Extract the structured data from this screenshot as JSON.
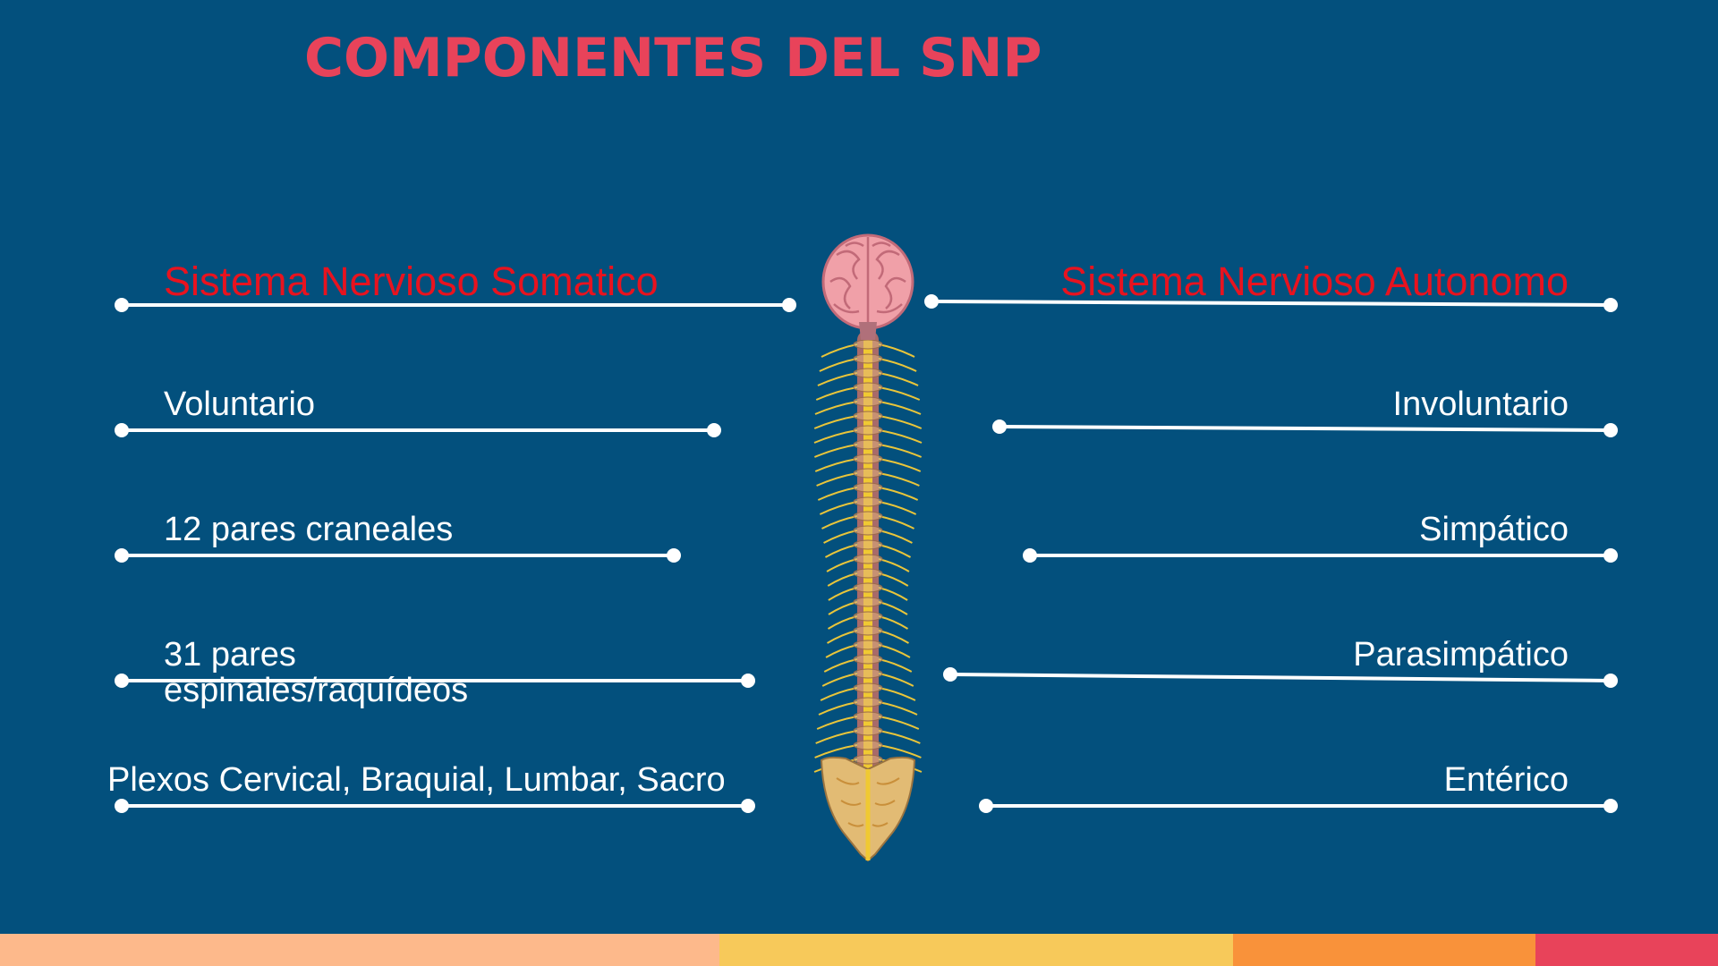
{
  "title": "COMPONENTES DEL SNP",
  "left": {
    "heading": "Sistema Nervioso Somatico",
    "items": [
      "Voluntario",
      "12 pares craneales",
      "31 pares\nespinales/raquídeos",
      "Plexos Cervical, Braquial, Lumbar, Sacro"
    ]
  },
  "right": {
    "heading": "Sistema Nervioso Autonomo",
    "items": [
      "Involuntario",
      "Simpático",
      "Parasimpático",
      "Entérico"
    ]
  },
  "colors": {
    "background": "#03507d",
    "title": "#e8435a",
    "heading": "#e8131f",
    "text": "#ffffff",
    "bar": [
      "#fdb98b",
      "#f7c95a",
      "#f9923a",
      "#e8435a"
    ]
  },
  "illustration": "brain-and-spinal-cord-illustration"
}
